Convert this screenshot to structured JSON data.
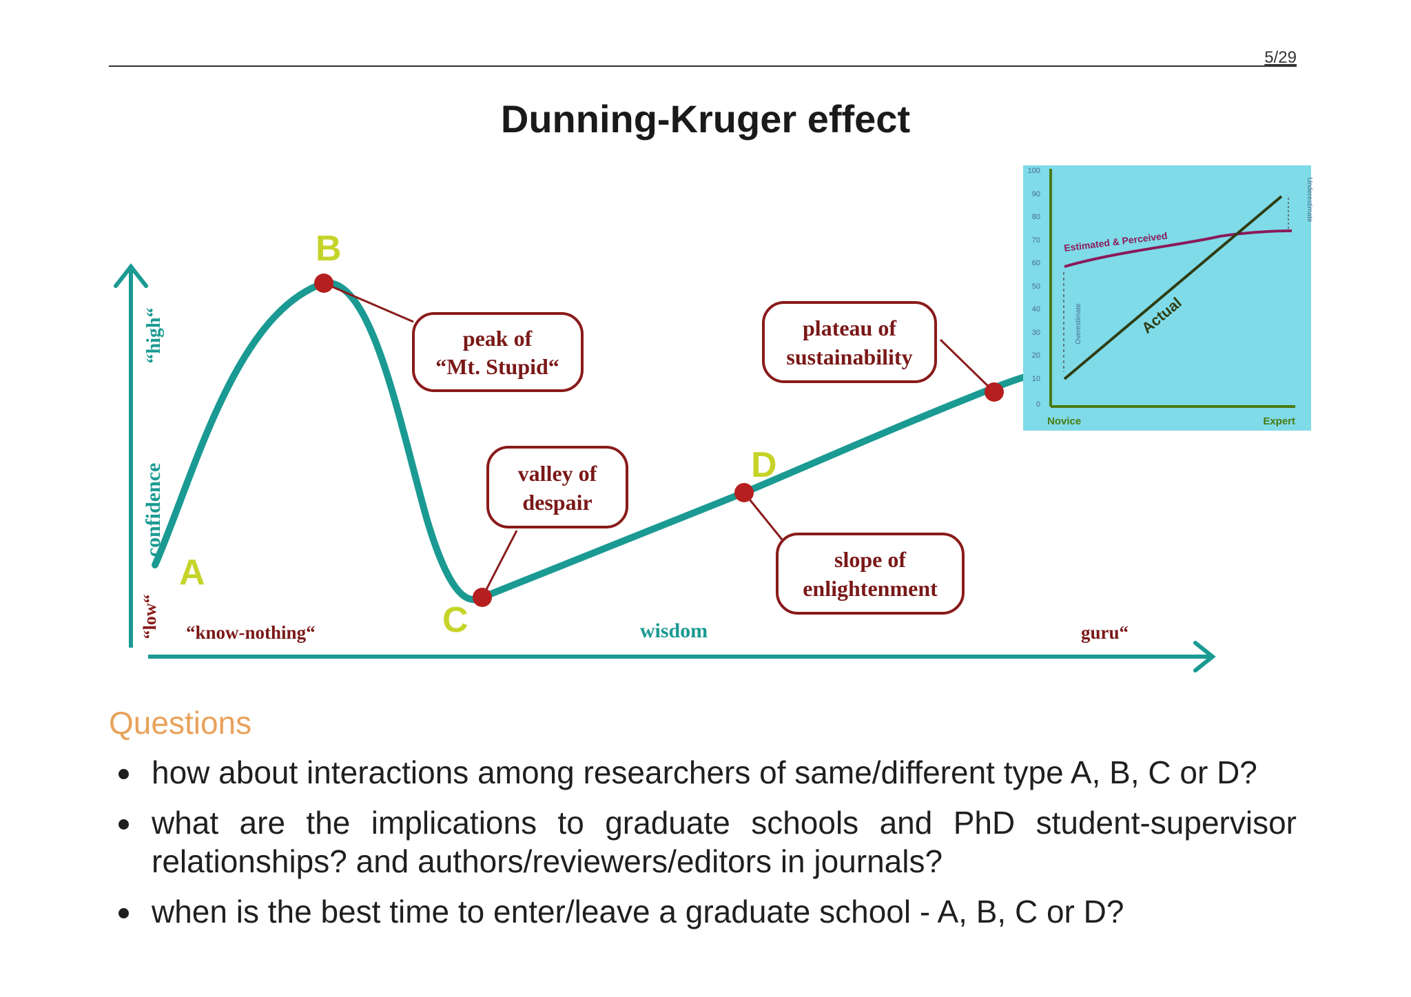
{
  "header": {
    "page_number": "5/29"
  },
  "slide": {
    "title": "Dunning-Kruger effect"
  },
  "figure": {
    "axis": {
      "y_label": "confidence",
      "y_high": "“high“",
      "y_low": "“low“",
      "x_label": "wisdom",
      "x_left": "“know-nothing“",
      "x_right": "guru“"
    },
    "points": [
      {
        "letter": "A"
      },
      {
        "letter": "B"
      },
      {
        "letter": "C"
      },
      {
        "letter": "D"
      }
    ],
    "callouts": {
      "peak": {
        "line1": "peak of",
        "line2": "“Mt. Stupid“"
      },
      "valley": {
        "line1": "valley of",
        "line2": "despair"
      },
      "slope": {
        "line1": "slope of",
        "line2": "enlightenment"
      },
      "plateau": {
        "line1": "plateau of",
        "line2": "sustainability"
      }
    },
    "inset": {
      "y_ticks": [
        "100",
        "90",
        "80",
        "70",
        "60",
        "50",
        "40",
        "30",
        "20",
        "10",
        "0"
      ],
      "x_left": "Novice",
      "x_right": "Expert",
      "estimated_label": "Estimated & Perceived",
      "actual_label": "Actual",
      "overestimate_label": "Overestimate",
      "underestimate_label": "Underestimate"
    },
    "colors": {
      "curve": "#1a9a92",
      "dot": "#b51f1f",
      "callout_border": "#8a1a1a",
      "letter": "#c6d42a",
      "inset_bg": "#7fdbe8",
      "inset_axis": "#4a7a10",
      "inset_estimated": "#8a1a5a",
      "inset_actual": "#2f3d12"
    }
  },
  "questions": {
    "heading": "Questions",
    "items": [
      "how about interactions among researchers of same/different type A, B, C or D?",
      "what are the implications to graduate schools and PhD student-supervisor relationships? and authors/reviewers/editors in journals?",
      "when is the best time to enter/leave a graduate school - A, B, C or D?"
    ]
  }
}
